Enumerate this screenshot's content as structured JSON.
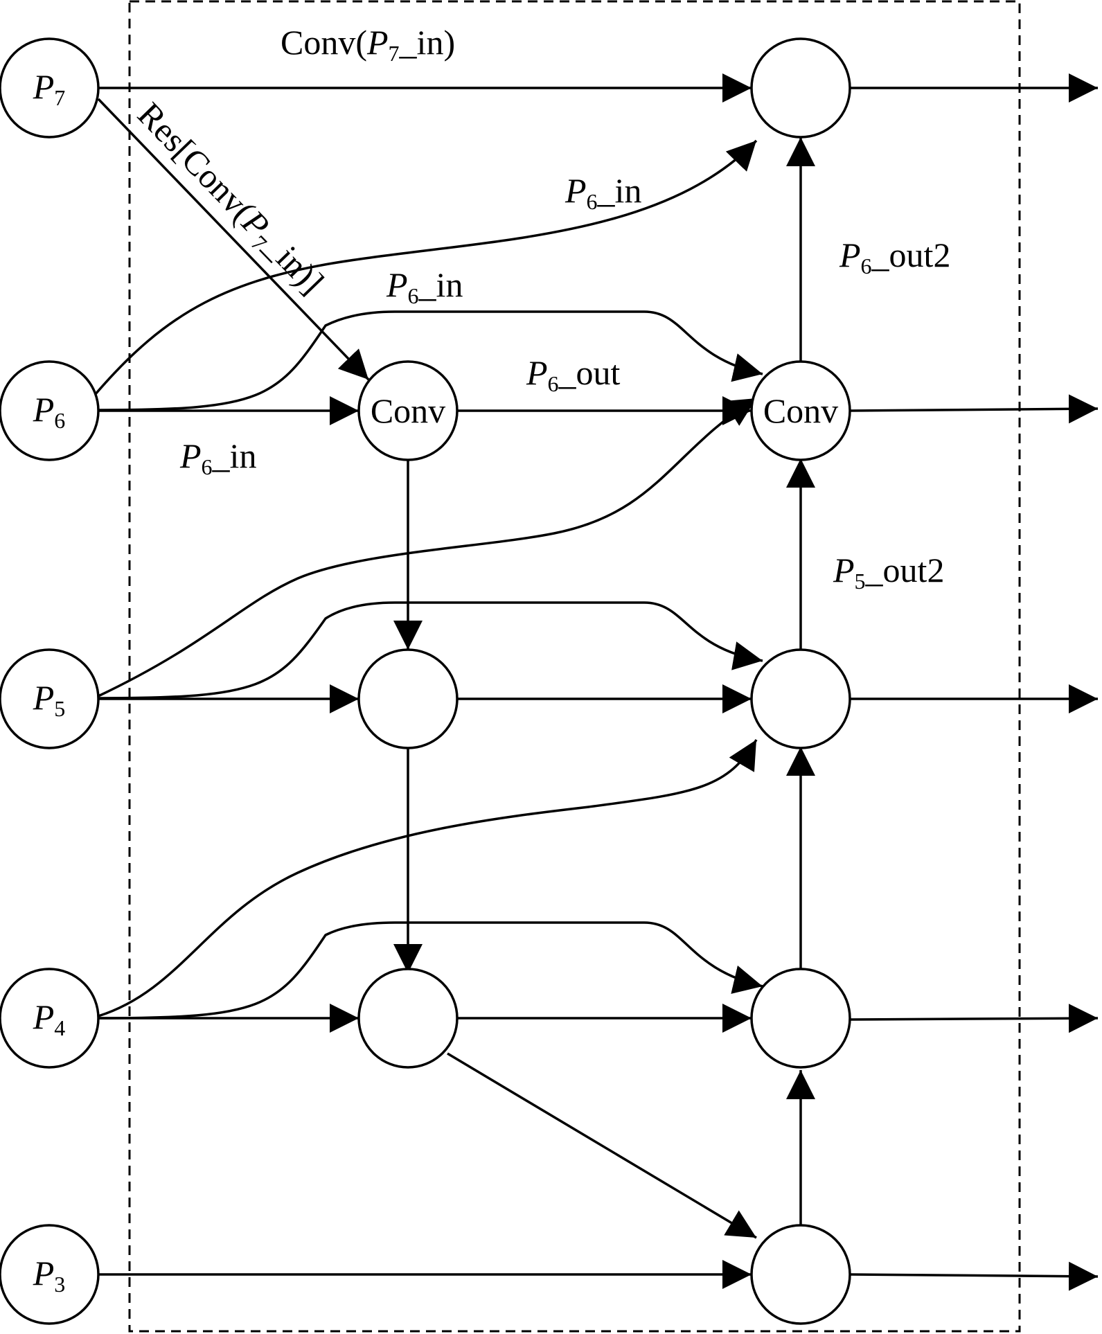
{
  "diagram": {
    "input_nodes": [
      {
        "base": "P",
        "sub": "7"
      },
      {
        "base": "P",
        "sub": "6"
      },
      {
        "base": "P",
        "sub": "5"
      },
      {
        "base": "P",
        "sub": "4"
      },
      {
        "base": "P",
        "sub": "3"
      }
    ],
    "node_labels": {
      "mid_p6": "Conv",
      "out_p6": "Conv"
    },
    "edge_labels": {
      "top": {
        "pre": "Conv(",
        "base": "P",
        "sub": "7",
        "post": "_in)"
      },
      "residual": {
        "pre": "Res[Conv(",
        "base": "P",
        "sub": "7",
        "post": "_in)]"
      },
      "p6_in_upper": {
        "base": "P",
        "sub": "6",
        "post": "_in"
      },
      "p6_in_middle": {
        "base": "P",
        "sub": "6",
        "post": "_in"
      },
      "p6_in_lower": {
        "base": "P",
        "sub": "6",
        "post": "_in"
      },
      "p6_out": {
        "base": "P",
        "sub": "6",
        "post": "_out"
      },
      "p6_out2": {
        "base": "P",
        "sub": "6",
        "post": "_out2"
      },
      "p5_out2": {
        "base": "P",
        "sub": "5",
        "post": "_out2"
      }
    }
  }
}
